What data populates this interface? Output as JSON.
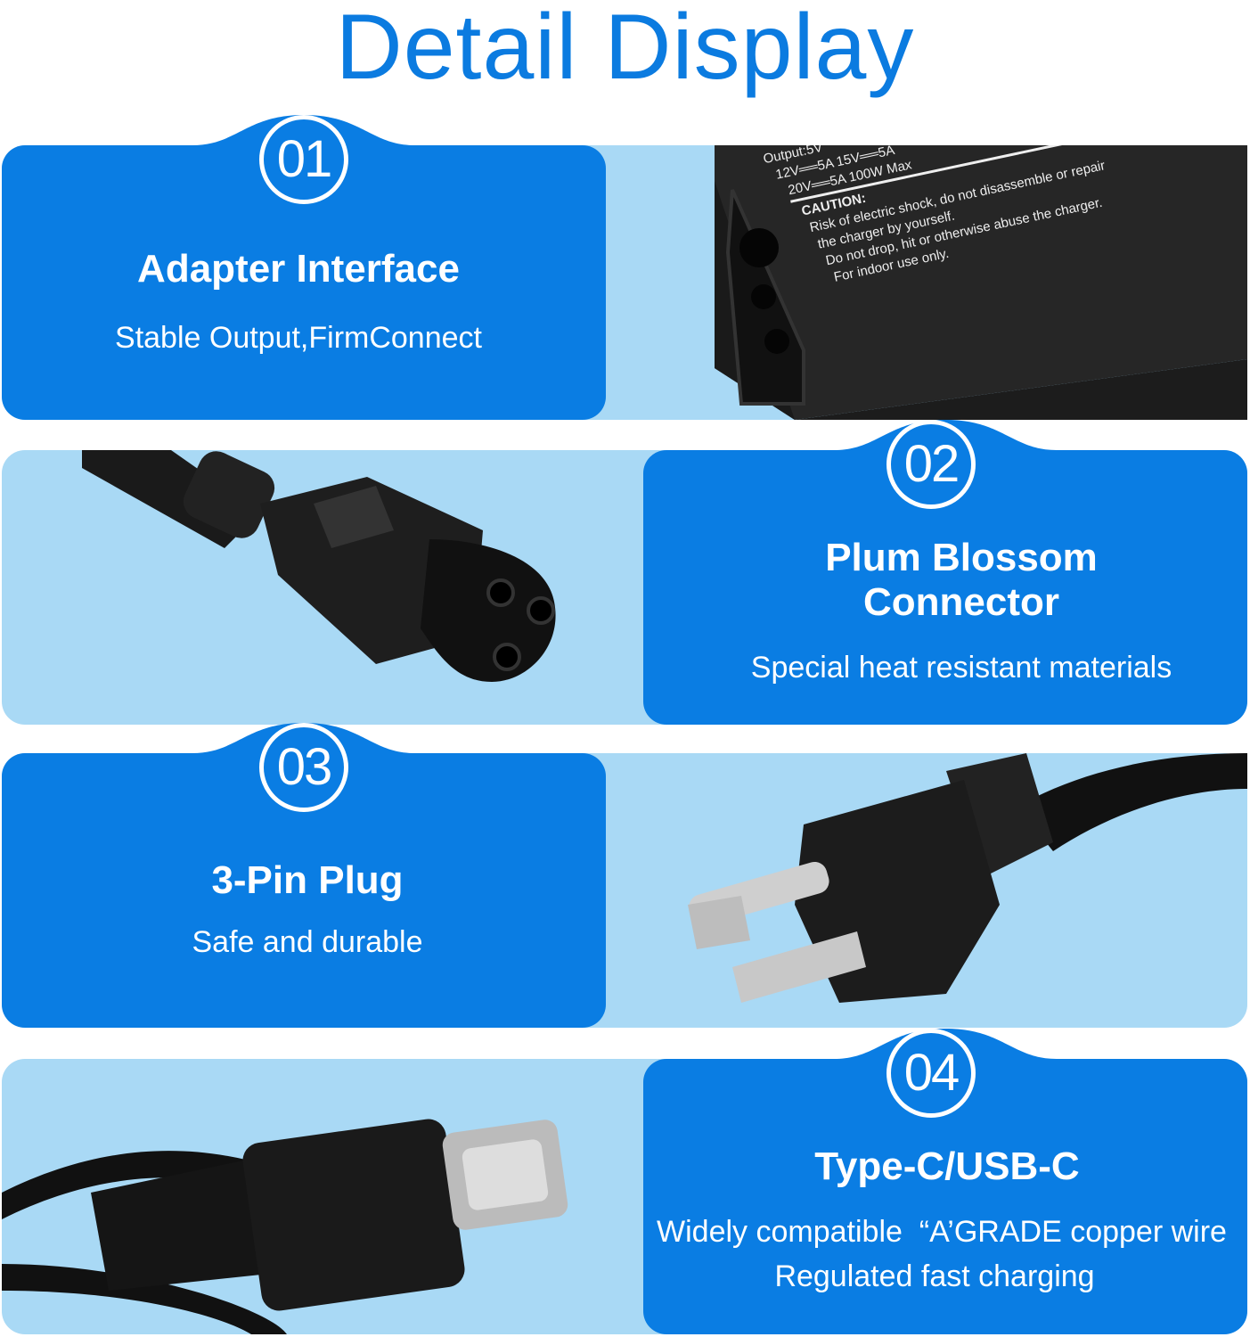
{
  "title": "Detail Display",
  "colors": {
    "accent": "#0a7de3",
    "row_background": "#a9d9f5",
    "title": "#0b7be0"
  },
  "sections": [
    {
      "number": "01",
      "heading": "Adapter Interface",
      "subtitle": "Stable Output,FirmConnect",
      "photo": "adapter-brick"
    },
    {
      "number": "02",
      "heading_line1": "Plum Blossom",
      "heading_line2": "Connector",
      "subtitle": "Special heat resistant materials",
      "photo": "c5-cloverleaf-connector"
    },
    {
      "number": "03",
      "heading": "3-Pin Plug",
      "subtitle": "Safe and durable",
      "photo": "us-3-pin-plug"
    },
    {
      "number": "04",
      "heading": "Type-C/USB-C",
      "subtitle_line1": "Widely compatible  “A’GRADE copper wire",
      "subtitle_line2": "Regulated fast charging",
      "photo": "usb-c-connector"
    }
  ],
  "adapter_label": {
    "lines": [
      "Output:5V",
      "12V══5A  15V══5A",
      "20V══5A  100W Max",
      "CAUTION:",
      "Risk of electric shock, do not disassemble or repair",
      "the charger by yourself.",
      "Do not drop, hit or otherwise abuse the charger.",
      "For indoor use only."
    ]
  }
}
